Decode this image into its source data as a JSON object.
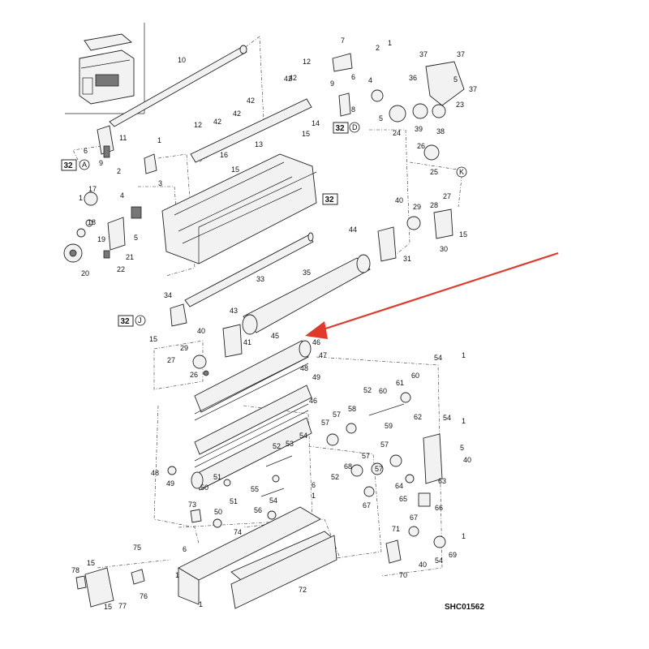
{
  "figure": {
    "drawing_code": "SHC01562",
    "accent_color": "#e23a2a",
    "callouts": [
      {
        "id": "32",
        "name": "callout-32-main"
      },
      {
        "id": "32",
        "name": "callout-32-A"
      },
      {
        "id": "32",
        "name": "callout-32-D"
      },
      {
        "id": "32",
        "name": "callout-32-J"
      }
    ],
    "callout_letters": [
      "A",
      "D",
      "J",
      "K"
    ],
    "part_labels": [
      "1",
      "2",
      "3",
      "4",
      "5",
      "6",
      "7",
      "8",
      "9",
      "10",
      "11",
      "12",
      "13",
      "14",
      "15",
      "16",
      "17",
      "18",
      "19",
      "20",
      "21",
      "22",
      "23",
      "24",
      "25",
      "26",
      "27",
      "28",
      "29",
      "30",
      "31",
      "33",
      "34",
      "35",
      "36",
      "37",
      "38",
      "39",
      "40",
      "41",
      "42",
      "43",
      "44",
      "45",
      "46",
      "47",
      "48",
      "49",
      "50",
      "51",
      "52",
      "53",
      "54",
      "55",
      "56",
      "57",
      "58",
      "59",
      "60",
      "61",
      "62",
      "63",
      "64",
      "65",
      "66",
      "67",
      "68",
      "69",
      "70",
      "71",
      "72",
      "73",
      "74",
      "75",
      "76",
      "77",
      "78"
    ]
  }
}
